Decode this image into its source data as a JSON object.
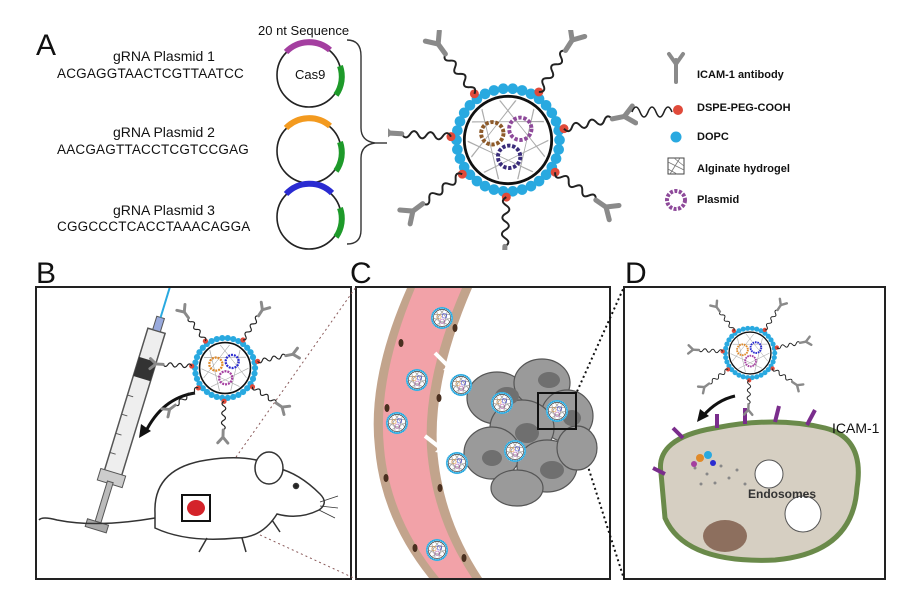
{
  "panels": {
    "a": "A",
    "b": "B",
    "c": "C",
    "d": "D"
  },
  "seq_header": "20 nt Sequence",
  "cas9": "Cas9",
  "plasmids": [
    {
      "title": "gRNA Plasmid 1",
      "seq": "ACGAGGTAACTCGTTAATCC",
      "color": "#a43fa0"
    },
    {
      "title": "gRNA Plasmid 2",
      "seq": "AACGAGTTACCTCGTCCGAG",
      "color": "#f39a1f"
    },
    {
      "title": "gRNA Plasmid 3",
      "seq": "CGGCCCTCACCTAAACAGGA",
      "color": "#2a2bd1"
    }
  ],
  "legend": [
    {
      "label": "ICAM-1 antibody",
      "icon": "antibody-icon"
    },
    {
      "label": "DSPE-PEG-COOH",
      "icon": "peg-chain-icon"
    },
    {
      "label": "DOPC",
      "icon": "dopc-icon"
    },
    {
      "label": "Alginate hydrogel",
      "icon": "hydrogel-icon"
    },
    {
      "label": "Plasmid",
      "icon": "plasmid-icon"
    }
  ],
  "cell_labels": {
    "icam": "ICAM-1",
    "endosomes": "Endosomes"
  },
  "colors": {
    "cas9_green": "#1e9a2a",
    "dopc_blue": "#29a9e0",
    "peg_red": "#e04a3a",
    "vessel": "#f2a2a8",
    "cell": "#d6cfc2",
    "nucleus": "#8d6f5e",
    "icam": "#7a2d8c"
  }
}
